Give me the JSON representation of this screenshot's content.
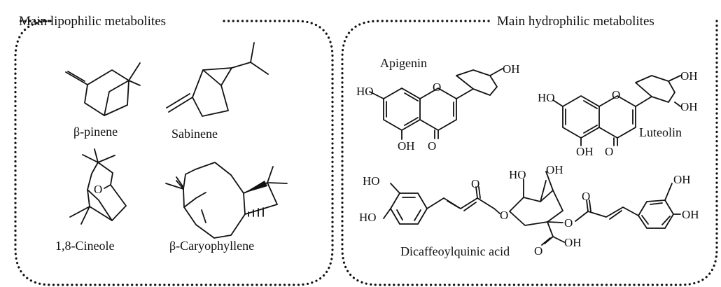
{
  "panels": {
    "lipophilic": {
      "title": "Main lipophilic metabolites",
      "compounds": [
        "β-pinene",
        "Sabinene",
        "1,8-Cineole",
        "β-Caryophyllene"
      ]
    },
    "hydrophilic": {
      "title": "Main hydrophilic metabolites",
      "compounds": [
        "Apigenin",
        "Luteolin",
        "Dicaffeoylquinic acid"
      ]
    }
  },
  "atoms": {
    "o": "O",
    "oh": "OH",
    "ho": "HO"
  }
}
